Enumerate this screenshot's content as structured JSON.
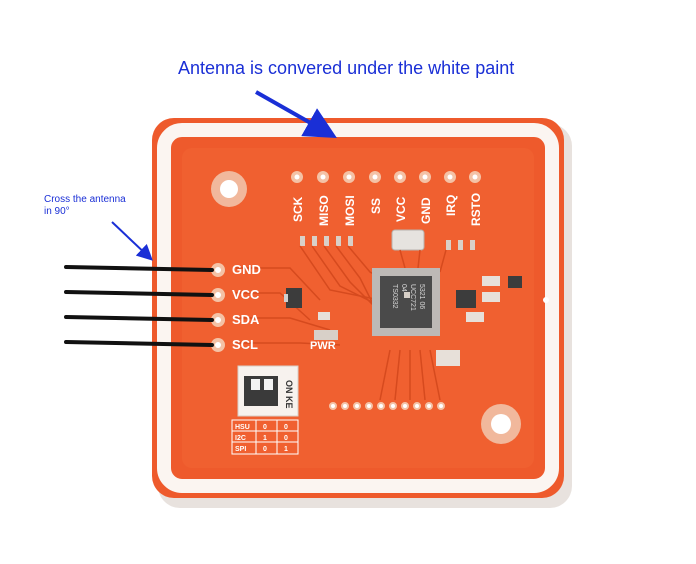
{
  "annotations": {
    "main": "Antenna is convered under the white paint",
    "side_line1": "Cross the antenna",
    "side_line2": "in 90°"
  },
  "board": {
    "top_header_labels": [
      "SCK",
      "MISO",
      "MOSI",
      "SS",
      "VCC",
      "GND",
      "IRQ",
      "RSTO"
    ],
    "side_pins": [
      "GND",
      "VCC",
      "SDA",
      "SCL"
    ],
    "pwr_label": "PWR",
    "chip_lines": [
      "5321 06",
      "UCC721",
      "04",
      "TS0332"
    ],
    "switch_label": "ON KE",
    "mode_table": [
      {
        "mode": "HSU",
        "a": "0",
        "b": "0"
      },
      {
        "mode": "I2C",
        "a": "1",
        "b": "0"
      },
      {
        "mode": "SPI",
        "a": "0",
        "b": "1"
      }
    ]
  },
  "colors": {
    "annotation": "#1a2fd6",
    "board": "#ee5a2c",
    "antenna_paint": "#fbf5f1",
    "wire": "#111111"
  }
}
